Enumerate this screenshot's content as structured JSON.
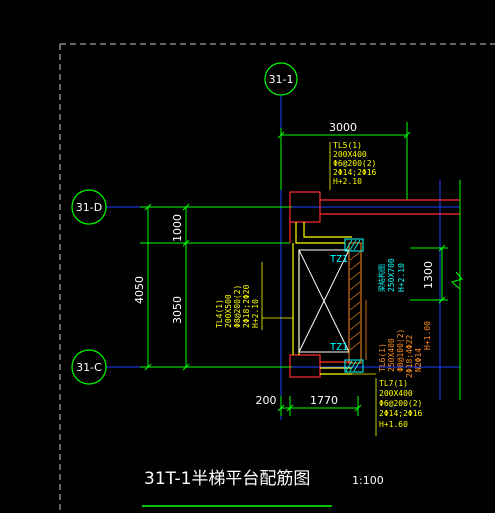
{
  "axes": {
    "top": "31-1",
    "left_upper": "31-D",
    "left_lower": "31-C"
  },
  "dimensions": {
    "top_width": "3000",
    "left_total": "4050",
    "left_upper": "1000",
    "left_lower": "3050",
    "right_opening": "1300",
    "bottom_offset": "200",
    "bottom_width": "1770"
  },
  "columns": {
    "upper": "TZ1",
    "lower": "TZ1"
  },
  "beams": {
    "tl5": [
      "TL5(1)",
      "200X400",
      "Φ6@200(2)",
      "2Φ14;2Φ16",
      "H+2.10"
    ],
    "tl4": [
      "TL4(1)",
      "200X500",
      "Φ8@200(2)",
      "2Φ18;2Φ20",
      "H+2.10"
    ],
    "tl6": [
      "TL6(1)",
      "250X400",
      "Φ8@100(2)",
      "2Φ18;4Φ22",
      "N2Φ14",
      "H+1.00"
    ],
    "tl7": [
      "TL7(1)",
      "200X400",
      "Φ6@200(2)",
      "2Φ14;2Φ16",
      "H+1.60"
    ],
    "tie_beam": [
      "梁结构图",
      "250X700",
      "H+2.10"
    ]
  },
  "title": {
    "main": "31T-1半梯平台配筋图",
    "scale": "1:100"
  },
  "colors": {
    "background": "#000000",
    "axis_bubble": "#00ff00",
    "dimension": "#00ff00",
    "beam_text": "#ffff00",
    "beam_text_orange": "#ff8c1a",
    "wall_red": "#ff3030",
    "grid_blue": "#2040ff",
    "label_cyan": "#00ffff",
    "white": "#ffffff"
  }
}
